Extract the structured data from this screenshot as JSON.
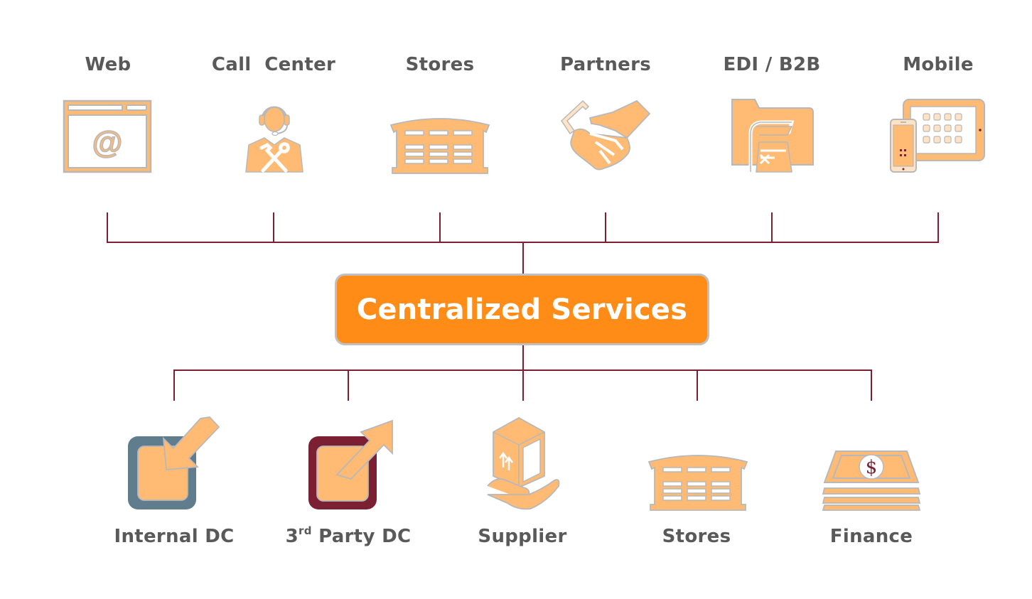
{
  "diagram": {
    "title": "Centralized Services",
    "colors": {
      "icon_fill": "#ffbb73",
      "icon_stroke": "#b8b8b8",
      "connector": "#7b1f33",
      "central_fill": "#ff8c17",
      "central_text": "#ffffff",
      "label_text": "#595959",
      "internal_dc_frame": "#5f7d8c",
      "third_party_dc_frame": "#7b1f33"
    },
    "top_channels": [
      {
        "label": "Web",
        "icon": "web-browser-at-icon"
      },
      {
        "label": "Call  Center",
        "icon": "call-center-agent-icon"
      },
      {
        "label": "Stores",
        "icon": "store-building-icon"
      },
      {
        "label": "Partners",
        "icon": "handshake-icon"
      },
      {
        "label": "EDI / B2B",
        "icon": "edi-folder-document-icon"
      },
      {
        "label": "Mobile",
        "icon": "mobile-tablet-icon"
      }
    ],
    "bottom_fulfillment": [
      {
        "label": "Internal DC",
        "icon": "arrow-in-box-icon"
      },
      {
        "label_prefix": "3",
        "label_sup": "rd",
        "label_rest": " Party DC",
        "icon": "arrow-out-box-icon"
      },
      {
        "label": "Supplier",
        "icon": "box-in-hand-icon"
      },
      {
        "label": "Stores",
        "icon": "store-building-icon"
      },
      {
        "label": "Finance",
        "icon": "money-stack-icon"
      }
    ]
  }
}
